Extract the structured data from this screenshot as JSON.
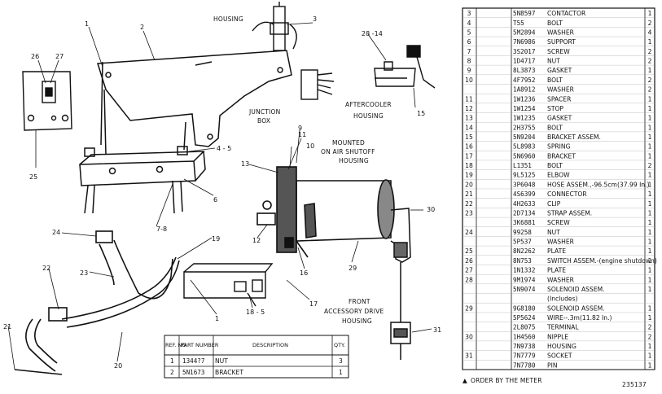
{
  "diagram": {
    "labels": {
      "housing": "HOUSING",
      "junction_box_1": "JUNCTION",
      "junction_box_2": "BOX",
      "aftercooler_1": "AFTERCOOLER",
      "aftercooler_2": "HOUSING",
      "mounted_1": "MOUNTED",
      "mounted_2": "ON AIR SHUTOFF",
      "mounted_3": "HOUSING",
      "front_1": "FRONT",
      "front_2": "ACCESSORY DRIVE",
      "front_3": "HOUSING"
    },
    "callouts": [
      "1",
      "2",
      "3",
      "28 -14",
      "26",
      "27",
      "15",
      "4 - 5",
      "11",
      "10",
      "13",
      "6",
      "25",
      "9",
      "30",
      "12",
      "16",
      "7-8",
      "24",
      "19",
      "23",
      "29",
      "22",
      "17",
      "18 - 5",
      "1",
      "31",
      "21",
      "20"
    ]
  },
  "inset_table": {
    "headers": [
      "REF. NO.",
      "PART NUMBER",
      "DESCRIPTION",
      "QTY."
    ],
    "rows": [
      [
        "1",
        "1344?7",
        "NUT",
        "3"
      ],
      [
        "2",
        "5N1673",
        "BRACKET",
        "1"
      ]
    ]
  },
  "parts_list": {
    "rows": [
      {
        "ref": "3",
        "part": "5N8597",
        "desc": "CONTACTOR",
        "qty": "1"
      },
      {
        "ref": "4",
        "part": "T55",
        "desc": "BOLT",
        "qty": "2"
      },
      {
        "ref": "5",
        "part": "5M2894",
        "desc": "WASHER",
        "qty": "4"
      },
      {
        "ref": "6",
        "part": "7N6986",
        "desc": "SUPPORT",
        "qty": "1"
      },
      {
        "ref": "7",
        "part": "3S2017",
        "desc": "SCREW",
        "qty": "2"
      },
      {
        "ref": "8",
        "part": "1D4717",
        "desc": "NUT",
        "qty": "2"
      },
      {
        "ref": "9",
        "part": "8L3873",
        "desc": "GASKET",
        "qty": "1"
      },
      {
        "ref": "10",
        "part": "4F7952",
        "desc": "BOLT",
        "qty": "2"
      },
      {
        "ref": "",
        "part": "1A8912",
        "desc": "WASHER",
        "qty": "2"
      },
      {
        "ref": "11",
        "part": "1W1236",
        "desc": "SPACER",
        "qty": "1"
      },
      {
        "ref": "12",
        "part": "1W1254",
        "desc": "STOP",
        "qty": "1"
      },
      {
        "ref": "13",
        "part": "1W1235",
        "desc": "GASKET",
        "qty": "1"
      },
      {
        "ref": "14",
        "part": "2H3755",
        "desc": "BOLT",
        "qty": "1"
      },
      {
        "ref": "15",
        "part": "5N9204",
        "desc": "BRACKET ASSEM.",
        "qty": "1"
      },
      {
        "ref": "16",
        "part": "5L8983",
        "desc": "SPRING",
        "qty": "1"
      },
      {
        "ref": "17",
        "part": "5N6960",
        "desc": "BRACKET",
        "qty": "1"
      },
      {
        "ref": "18",
        "part": "L1351",
        "desc": "BOLT",
        "qty": "2"
      },
      {
        "ref": "19",
        "part": "9L5125",
        "desc": "ELBOW",
        "qty": "1"
      },
      {
        "ref": "20",
        "part": "3P6048",
        "desc": "HOSE ASSEM.,-96.5cm(37.99 In.)",
        "qty": "1"
      },
      {
        "ref": "21",
        "part": "4S6399",
        "desc": "CONNECTOR",
        "qty": "1"
      },
      {
        "ref": "22",
        "part": "4H2633",
        "desc": "CLIP",
        "qty": "1"
      },
      {
        "ref": "23",
        "part": "2D7134",
        "desc": "STRAP ASSEM.",
        "qty": "1"
      },
      {
        "ref": "",
        "part": "3K6881",
        "desc": "SCREW",
        "qty": "1"
      },
      {
        "ref": "24",
        "part": "99258",
        "desc": "NUT",
        "qty": "1"
      },
      {
        "ref": "",
        "part": "5P537",
        "desc": "WASHER",
        "qty": "1"
      },
      {
        "ref": "25",
        "part": "8N2262",
        "desc": "PLATE",
        "qty": "1"
      },
      {
        "ref": "26",
        "part": "8N753",
        "desc": "SWITCH ASSEM.-(engine shutdown)",
        "qty": "1"
      },
      {
        "ref": "27",
        "part": "1N1332",
        "desc": "PLATE",
        "qty": "1"
      },
      {
        "ref": "28",
        "part": "9M1974",
        "desc": "WASHER",
        "qty": "1"
      },
      {
        "ref": "",
        "part": "5N9074",
        "desc": "SOLENOID ASSEM.",
        "qty": "1"
      },
      {
        "ref": "",
        "part": "",
        "desc": "(Includes)",
        "qty": ""
      },
      {
        "ref": "29",
        "part": "9G8180",
        "desc": "SOLENOID ASSEM.",
        "qty": "1"
      },
      {
        "ref": "",
        "part": "5P5624",
        "desc": "WIRE--.3m(11.82 In.)",
        "qty": "1"
      },
      {
        "ref": "",
        "part": "2L8075",
        "desc": "TERMINAL",
        "qty": "2"
      },
      {
        "ref": "30",
        "part": "1H4560",
        "desc": "NIPPLE",
        "qty": "2"
      },
      {
        "ref": "",
        "part": "7N9738",
        "desc": "HOUSING",
        "qty": "1"
      },
      {
        "ref": "31",
        "part": "7N7779",
        "desc": "SOCKET",
        "qty": "1"
      },
      {
        "ref": "",
        "part": "7N7780",
        "desc": "PIN",
        "qty": "1"
      }
    ],
    "footer_note": "ORDER BY THE METER",
    "drawing_number": "235137"
  }
}
